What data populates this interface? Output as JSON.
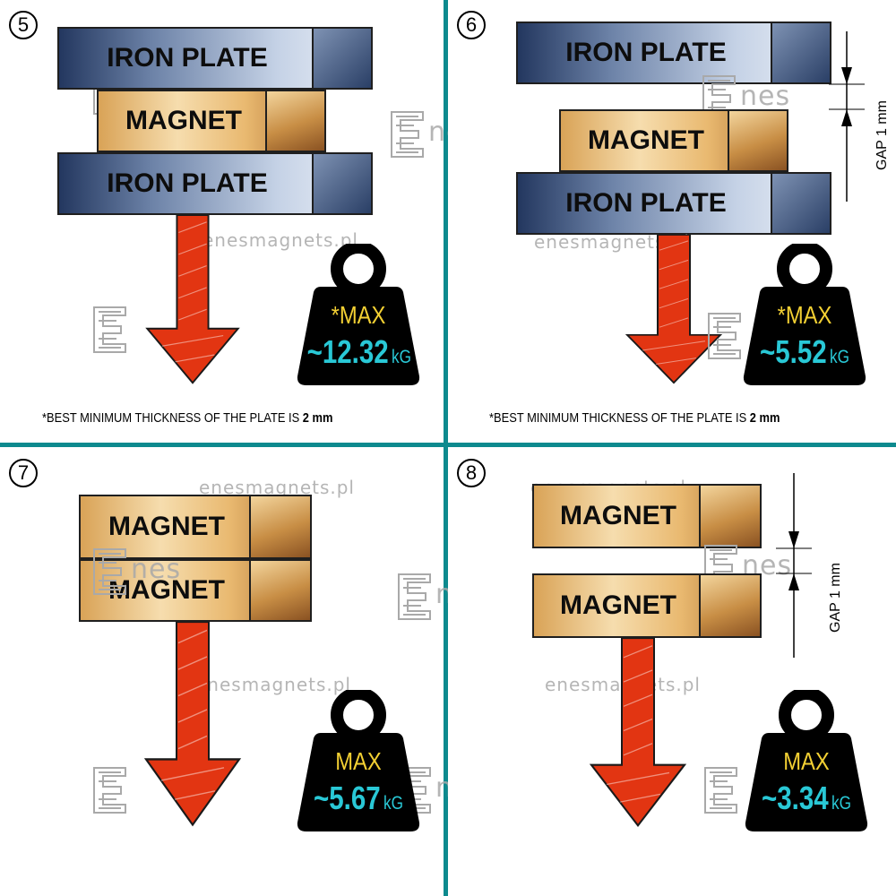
{
  "watermark": {
    "url": "enesmagnets.pl",
    "logo_text": "nes"
  },
  "colors": {
    "divider": "#0d8a8e",
    "arrow": "#e23512",
    "max_label": "#f3d033",
    "value": "#29c8d6"
  },
  "panels": [
    {
      "number": "5",
      "blocks": [
        "IRON PLATE",
        "MAGNET",
        "IRON PLATE"
      ],
      "weight": {
        "max_label": "*MAX",
        "value": "~12.32",
        "unit": "kG"
      },
      "footnote": {
        "text": "*BEST MINIMUM THICKNESS OF THE PLATE IS ",
        "bold": "2 mm"
      }
    },
    {
      "number": "6",
      "blocks": [
        "IRON PLATE",
        "MAGNET",
        "IRON PLATE"
      ],
      "gap_label": "GAP  1 mm",
      "weight": {
        "max_label": "*MAX",
        "value": "~5.52",
        "unit": "kG"
      },
      "footnote": {
        "text": "*BEST MINIMUM THICKNESS OF THE PLATE IS ",
        "bold": "2 mm"
      }
    },
    {
      "number": "7",
      "blocks": [
        "MAGNET",
        "MAGNET"
      ],
      "weight": {
        "max_label": "MAX",
        "value": "~5.67",
        "unit": "kG"
      }
    },
    {
      "number": "8",
      "blocks": [
        "MAGNET",
        "MAGNET"
      ],
      "gap_label": "GAP  1 mm",
      "weight": {
        "max_label": "MAX",
        "value": "~3.34",
        "unit": "kG"
      }
    }
  ]
}
